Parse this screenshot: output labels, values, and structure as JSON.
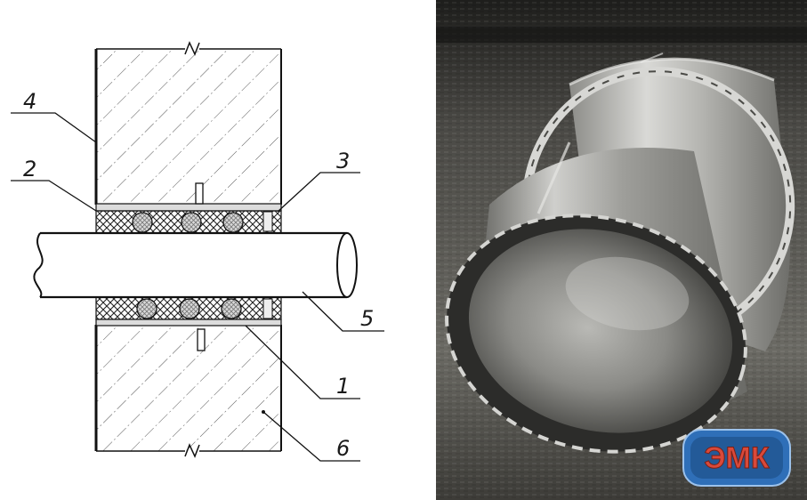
{
  "diagram": {
    "callouts": [
      {
        "id": "4",
        "text": "4"
      },
      {
        "id": "2",
        "text": "2"
      },
      {
        "id": "3",
        "text": "3"
      },
      {
        "id": "5",
        "text": "5"
      },
      {
        "id": "1",
        "text": "1"
      },
      {
        "id": "6",
        "text": "6"
      }
    ]
  },
  "photo": {
    "logo_text": "ЭМК",
    "colors": {
      "logo_blue": "#2f6fb8",
      "logo_red": "#d9493a",
      "background_dark": "#2a2a28",
      "metal_light": "#c9c9c6"
    }
  }
}
